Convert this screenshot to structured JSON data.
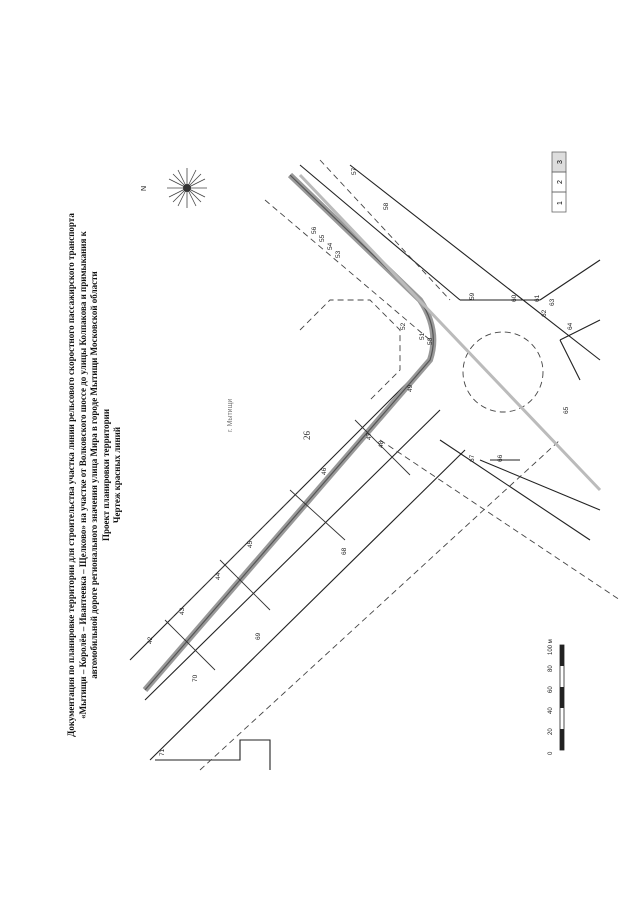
{
  "page_number": "26",
  "title_lines": [
    "Документация по планировке территории для строительства участка линии рельсового скоростного пассажирского транспорта",
    "«Мытищи – Королёв – Ивантеевка – Щелково» на участке от Волковского шоссе до улицы Колпакова и примыкания к",
    "автомобильной дороге регионального значения улица Мира в городе Мытищи Московской области",
    "Проект планировки территории",
    "Чертеж красных линий"
  ],
  "drawing": {
    "city_label": "г. Мытищи",
    "north_label": "N",
    "sheet_index": [
      "1",
      "2",
      "3"
    ],
    "point_labels": [
      "42",
      "43",
      "44",
      "45",
      "46",
      "47",
      "48",
      "49",
      "50",
      "51",
      "52",
      "53",
      "54",
      "55",
      "56",
      "57",
      "58",
      "59",
      "60",
      "61",
      "62",
      "63",
      "64",
      "65",
      "66",
      "67",
      "68",
      "69",
      "70",
      "71"
    ],
    "scale_labels": [
      "0",
      "20",
      "40",
      "60",
      "80",
      "100 м"
    ]
  }
}
